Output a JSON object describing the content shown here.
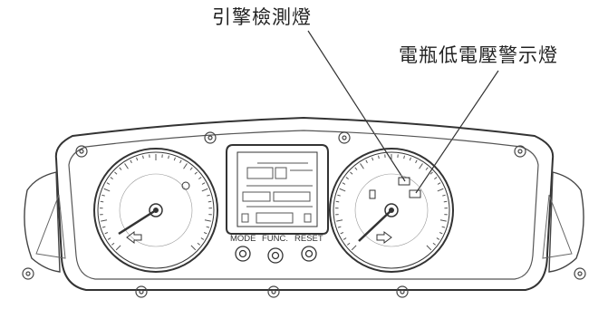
{
  "callouts": {
    "engine_check_light": "引擎檢測燈",
    "low_battery_voltage_warning_light": "電瓶低電壓警示燈"
  },
  "buttons": {
    "mode": "MODE",
    "func": "FUNC.",
    "reset": "RESET"
  },
  "colors": {
    "line": "#333333",
    "background": "#ffffff"
  }
}
